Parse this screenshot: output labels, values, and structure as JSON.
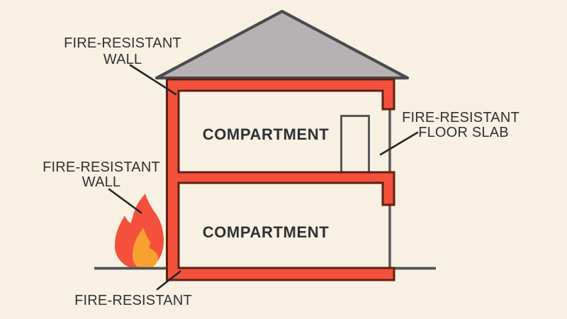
{
  "diagram": {
    "labels": {
      "top_wall": {
        "line1": "FIRE-RESISTANT",
        "line2": "WALL"
      },
      "mid_wall": {
        "line1": "FIRE-RESISTANT",
        "line2": "WALL"
      },
      "floor_slab": {
        "line1": "FIRE-RESISTANT",
        "line2": "FLOOR SLAB"
      },
      "bottom": {
        "line1": "FIRE-RESISTANT"
      }
    },
    "compartments": {
      "upper": "COMPARTMENT",
      "lower": "COMPARTMENT"
    }
  },
  "colors": {
    "background": "#f7f0e3",
    "wall_red": "#f4513c",
    "wall_outline": "#5f2014",
    "roof_fill": "#b6b2b4",
    "roof_stroke": "#4b4b4d",
    "line_gray": "#55585a",
    "ground_gray": "#4f5356",
    "leader_line": "#222528",
    "text": "#2e3134",
    "flame_outer": "#f4513c",
    "flame_inner": "#f9a12f"
  }
}
